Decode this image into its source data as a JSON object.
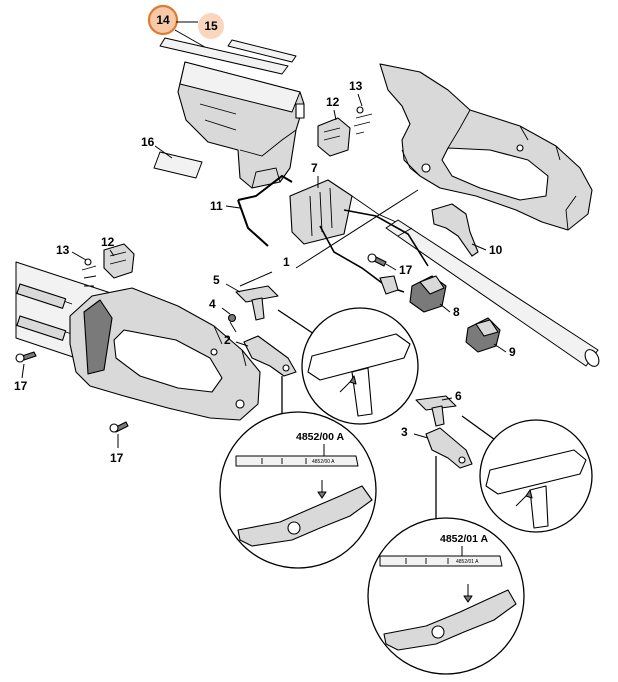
{
  "callouts": {
    "c1": "1",
    "c2": "2",
    "c3": "3",
    "c4": "4",
    "c5": "5",
    "c6": "6",
    "c7": "7",
    "c8": "8",
    "c9": "9",
    "c10": "10",
    "c11": "11",
    "c12a": "12",
    "c12b": "12",
    "c13a": "13",
    "c13b": "13",
    "c14": "14",
    "c15": "15",
    "c16": "16",
    "c17a": "17",
    "c17b": "17",
    "c17c": "17"
  },
  "detail_codes": {
    "upper": "4852/00 A",
    "lower": "4852/01 A",
    "stamp_upper": "4852/00 A",
    "stamp_lower": "4852/01 A"
  },
  "highlight_colors": {
    "callout_14": "#f6c9a8",
    "callout_14_ring": "#e07a2e",
    "callout_15": "#f9d6bd"
  }
}
